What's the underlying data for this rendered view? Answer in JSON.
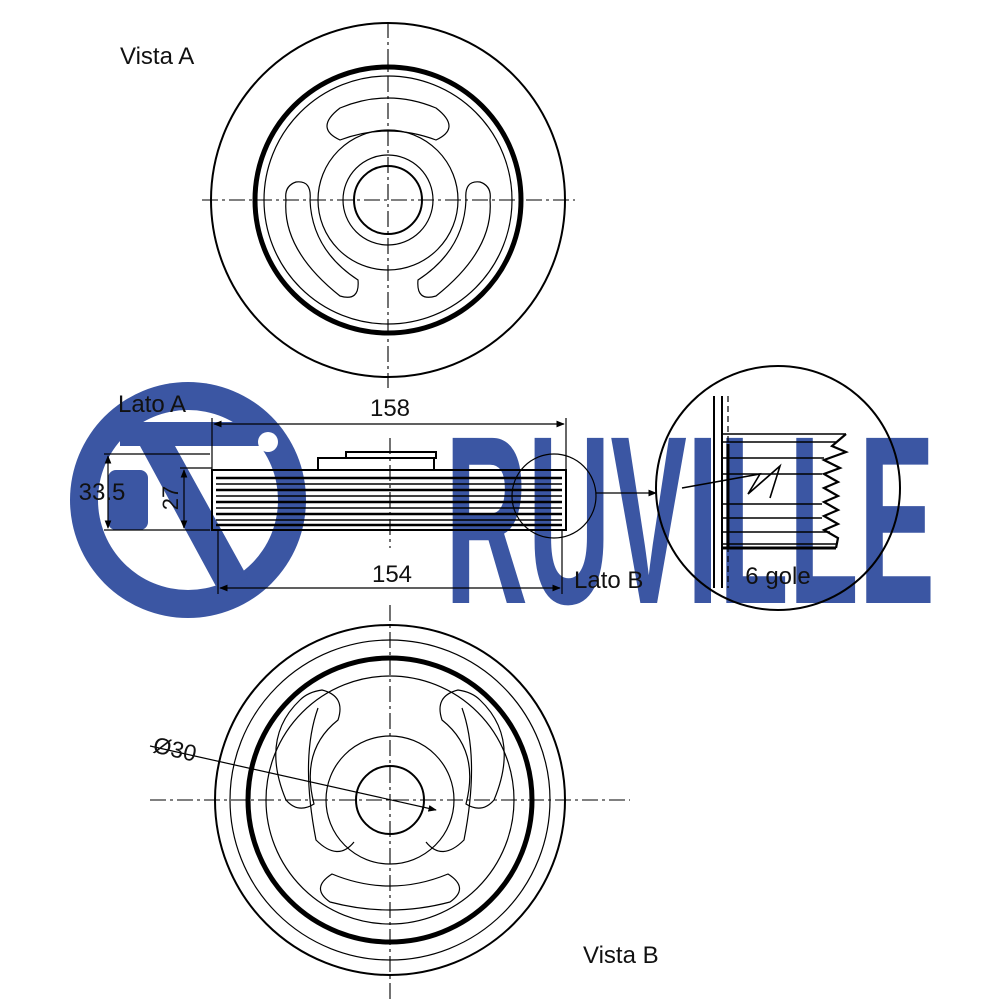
{
  "watermark": {
    "brand": "RUVILLE",
    "color": "#3b56a3"
  },
  "views": {
    "front_label": "Vista A",
    "back_label": "Vista B",
    "side_a_label": "Lato A",
    "side_b_label": "Lato B"
  },
  "dimensions": {
    "overall_diameter": "158",
    "belt_diameter": "154",
    "total_width": "33.5",
    "belt_width": "27",
    "bore": "Ø30"
  },
  "detail": {
    "grooves_label": "6 gole"
  }
}
